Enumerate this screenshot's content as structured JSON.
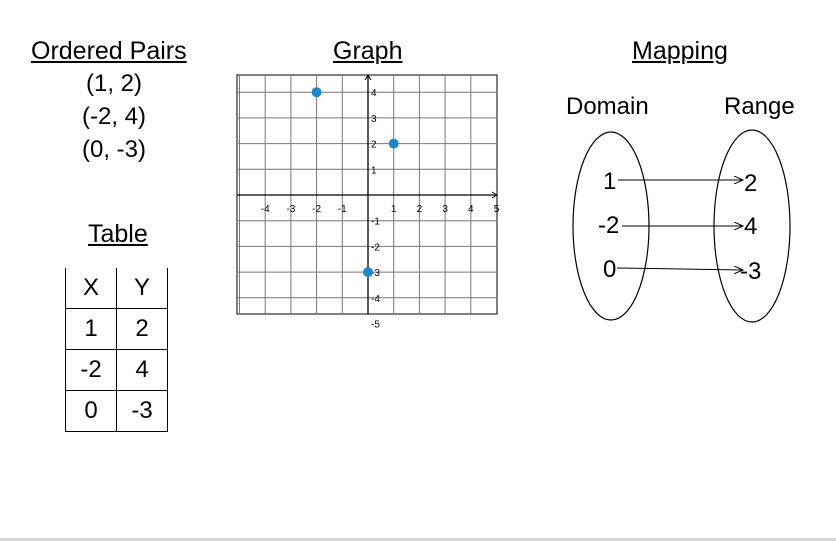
{
  "ordered_pairs": {
    "heading": "Ordered Pairs",
    "pairs": [
      "(1, 2)",
      "(-2, 4)",
      "(0, -3)"
    ]
  },
  "graph": {
    "heading": "Graph",
    "x_ticks": [
      "-4",
      "-3",
      "-2",
      "-1",
      "1",
      "2",
      "3",
      "4",
      "5"
    ],
    "y_ticks": [
      "4",
      "3",
      "2",
      "1",
      "-1",
      "-2",
      "-3",
      "-4",
      "-5"
    ],
    "points": [
      {
        "x": -2,
        "y": 4
      },
      {
        "x": 1,
        "y": 2
      },
      {
        "x": 0,
        "y": -3
      }
    ],
    "point_color": "#1e88c8"
  },
  "table": {
    "heading": "Table",
    "columns": [
      "X",
      "Y"
    ],
    "rows": [
      [
        "1",
        "2"
      ],
      [
        "-2",
        "4"
      ],
      [
        "0",
        "-3"
      ]
    ]
  },
  "mapping": {
    "heading": "Mapping",
    "domain_label": "Domain",
    "range_label": "Range",
    "domain_values": [
      "1",
      "-2",
      "0"
    ],
    "range_values": [
      "2",
      "4",
      "-3"
    ]
  }
}
